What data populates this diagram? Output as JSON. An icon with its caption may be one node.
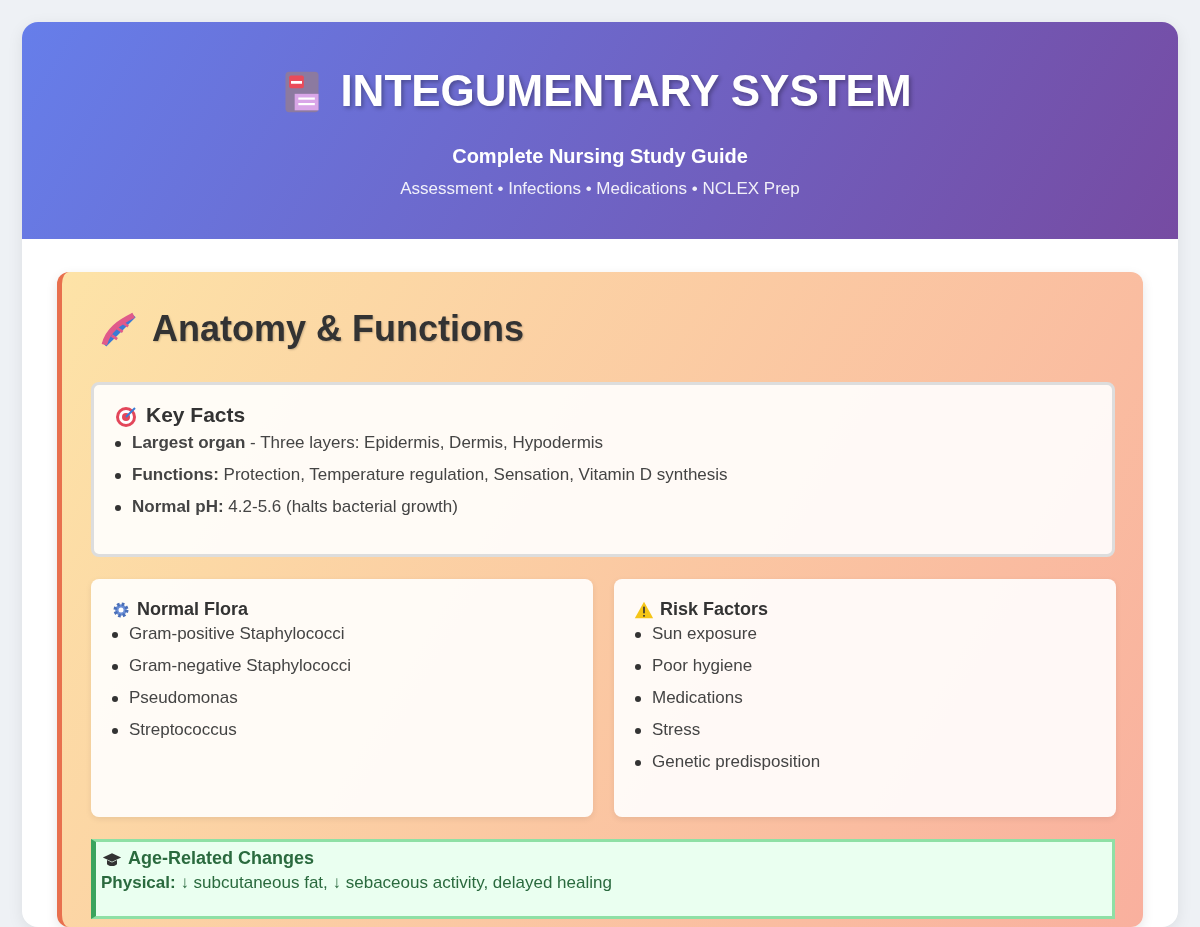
{
  "diagram": {
    "title": "INTEGUMENTARY SYSTEM",
    "nodes": [
      {
        "text": [
          "Anatomy & Functions"
        ]
      },
      {
        "text": [
          "Key Facts",
          "**Largest organ** - Three layers: Epidermis, Dermis, Hypodermis",
          "**Functions:** Protection, Temperature regulation, Sensation, Vitamin D synthesis",
          "**Normal pH:** 4.2-5.6 (halts bacterial growth)"
        ],
        "in": 0
      },
      {
        "text": [
          "Normal Flora",
          "Gram-positive Staphylococci",
          "Gram-negative Staphylococci",
          "Pseudomonas",
          "Streptococcus"
        ],
        "in": 0
      },
      {
        "text": [
          "Risk Factors",
          "Sun exposure",
          "Poor hygiene",
          "Medications",
          "Stress",
          "Genetic predisposition"
        ],
        "in": 0
      },
      {
        "text": [
          "Age-Related Changes",
          "**Physical:** ↓ subcutaneous fat, ↓ sebaceous activity, delayed healing"
        ],
        "in": 0
      }
    ],
    "edges": [],
    "labels": [
      "Complete Nursing Study Guide",
      "Assessment • Infections • Medications • NCLEX Prep"
    ]
  }
}
